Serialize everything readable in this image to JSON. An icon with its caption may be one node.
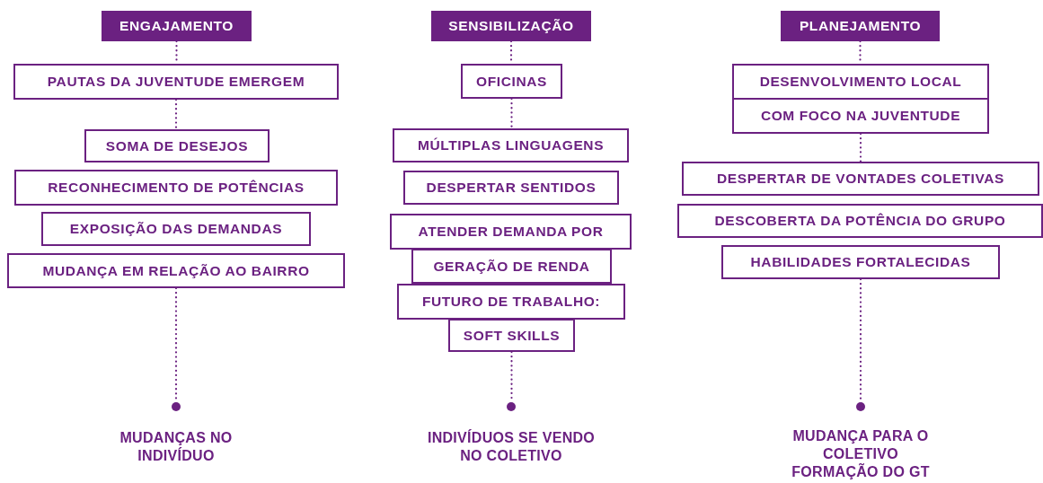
{
  "diagram": {
    "nodes": [
      {
        "text": [
          "ENGAJAMENTO"
        ]
      },
      {
        "text": [
          "PAUTAS DA JUVENTUDE EMERGEM"
        ]
      },
      {
        "text": [
          "SOMA DE DESEJOS"
        ]
      },
      {
        "text": [
          "RECONHECIMENTO DE POTÊNCIAS"
        ]
      },
      {
        "text": [
          "EXPOSIÇÃO DAS DEMANDAS"
        ]
      },
      {
        "text": [
          "MUDANÇA EM RELAÇÃO AO BAIRRO"
        ]
      },
      {
        "text": [],
        "shape": "circle",
        "beside": [
          "MUDANÇAS NO INDIVÍDUO"
        ]
      },
      {
        "text": [
          "SENSIBILIZAÇÃO"
        ]
      },
      {
        "text": [
          "OFICINAS"
        ]
      },
      {
        "text": [
          "MÚLTIPLAS LINGUAGENS"
        ]
      },
      {
        "text": [
          "DESPERTAR SENTIDOS"
        ]
      },
      {
        "text": [
          "ATENDER DEMANDA POR"
        ]
      },
      {
        "text": [
          "GERAÇÃO DE RENDA"
        ]
      },
      {
        "text": [
          "FUTURO DE TRABALHO:"
        ]
      },
      {
        "text": [
          "SOFT SKILLS"
        ]
      },
      {
        "text": [],
        "shape": "circle",
        "beside": [
          "INDIVÍDUOS SE VENDO NO COLETIVO"
        ]
      },
      {
        "text": [
          "PLANEJAMENTO"
        ]
      },
      {
        "text": [
          "DESENVOLVIMENTO LOCAL"
        ]
      },
      {
        "text": [
          "COM FOCO NA JUVENTUDE"
        ]
      },
      {
        "text": [
          "DESPERTAR DE VONTADES COLETIVAS"
        ]
      },
      {
        "text": [
          "DESCOBERTA DA POTÊNCIA DO GRUPO"
        ]
      },
      {
        "text": [
          "HABILIDADES FORTALECIDAS"
        ]
      },
      {
        "text": [],
        "shape": "circle",
        "beside": [
          "MUDANÇA PARA O COLETIVO FORMAÇÃO DO GT"
        ]
      }
    ],
    "edges": [
      {
        "from": 0,
        "to": 1,
        "arrow": "none",
        "style": "dashed"
      },
      {
        "from": 1,
        "to": 2,
        "arrow": "none",
        "style": "dashed"
      },
      {
        "from": 5,
        "to": 6,
        "arrow": "none",
        "style": "dashed"
      },
      {
        "from": 7,
        "to": 8,
        "arrow": "none",
        "style": "dashed"
      },
      {
        "from": 8,
        "to": 9,
        "arrow": "none",
        "style": "dashed"
      },
      {
        "from": 14,
        "to": 15,
        "arrow": "none",
        "style": "dashed"
      },
      {
        "from": 16,
        "to": 17,
        "arrow": "none",
        "style": "dashed"
      },
      {
        "from": 18,
        "to": 19,
        "arrow": "none",
        "style": "dashed"
      },
      {
        "from": 21,
        "to": 22,
        "arrow": "none",
        "style": "dashed"
      }
    ]
  }
}
